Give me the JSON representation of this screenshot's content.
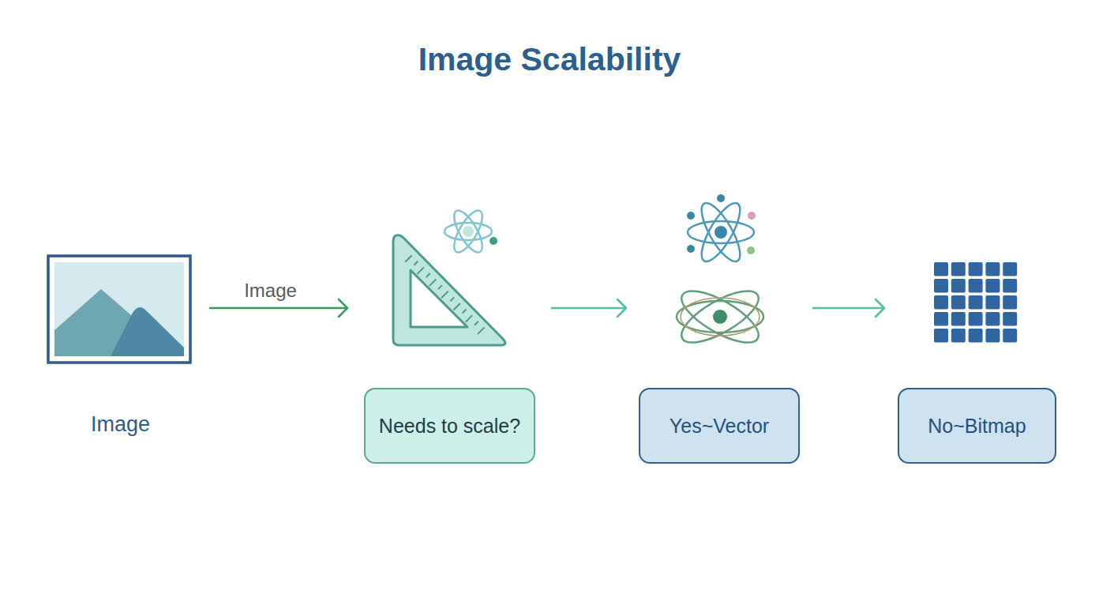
{
  "diagram": {
    "title": "Image Scalability",
    "nodes": [
      {
        "text": [
          "Image"
        ]
      },
      {
        "text": [
          "Needs to scale?"
        ]
      },
      {
        "text": [
          "Yes~Vector"
        ]
      },
      {
        "text": [
          "No~Bitmap"
        ]
      }
    ],
    "edges": [
      {
        "from": 0,
        "to": 1,
        "arrow": "to",
        "label": "Image"
      },
      {
        "from": 1,
        "to": 2,
        "arrow": "to"
      },
      {
        "from": 2,
        "to": 3,
        "arrow": "to"
      }
    ]
  }
}
